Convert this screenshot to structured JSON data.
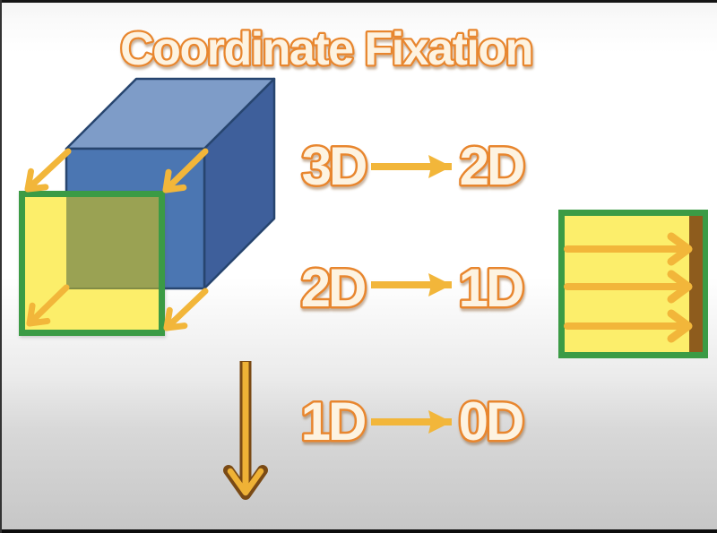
{
  "title": "Coordinate Fixation",
  "rows": [
    {
      "from": "3D",
      "arrow": "right-arrow-icon",
      "to": "2D"
    },
    {
      "from": "2D",
      "arrow": "right-arrow-icon",
      "to": "1D"
    },
    {
      "from": "1D",
      "arrow": "right-arrow-icon",
      "to": "0D"
    }
  ],
  "icons": {
    "cube": "cube-3d-icon",
    "projection_square": "square-2d-icon",
    "flattened_square": "square-collapsing-to-line-icon",
    "down_arrow": "down-arrow-icon",
    "projection_arrows": "diagonal-arrow-icon"
  },
  "colors": {
    "title_fill": "#fdf3e1",
    "title_stroke": "#e8862e",
    "gold_arrow": "#f2b63a",
    "cube_top": "#7e9cc8",
    "cube_front": "#4b76b2",
    "cube_right": "#3e5f9b",
    "cube_edge": "#27456f",
    "square_fill": "#fcee6b",
    "square_border": "#3b9b45",
    "overlap_olive": "#9aa253",
    "strip_brown": "#8e5c1d",
    "down_arrow_fill": "#efb236",
    "down_arrow_outline": "#7a4a15",
    "background_top": "#f3f3f3",
    "background_bottom": "#c6c6c6",
    "letterbox": "#0d0d0d"
  }
}
